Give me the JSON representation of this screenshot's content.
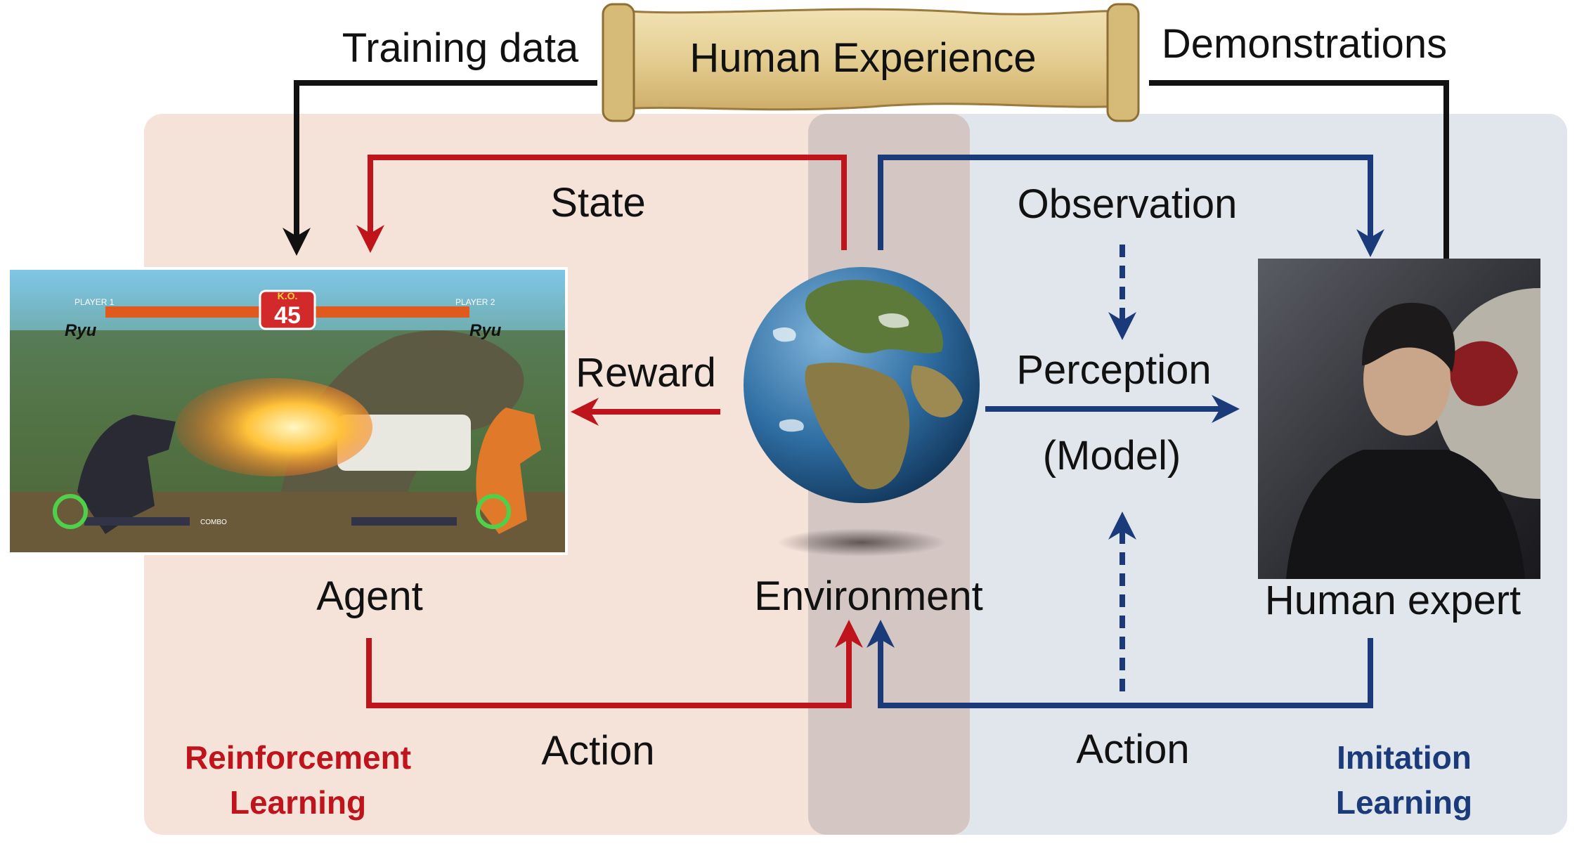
{
  "scroll": {
    "title": "Human Experience"
  },
  "edges": {
    "training_data": "Training data",
    "demonstrations": "Demonstrations",
    "state": "State",
    "observation": "Observation",
    "reward": "Reward",
    "perception": "Perception",
    "model": "(Model)",
    "action_left": "Action",
    "action_right": "Action"
  },
  "nodes": {
    "agent": "Agent",
    "environment": "Environment",
    "human_expert": "Human expert"
  },
  "game_hud": {
    "timer_label": "K.O.",
    "timer": "45",
    "player1_tag": "PLAYER 1",
    "player2_tag": "PLAYER 2",
    "player1_name": "Ryu",
    "player2_name": "Ryu",
    "combo_label": "COMBO"
  },
  "regions": {
    "rl_line1": "Reinforcement",
    "rl_line2": "Learning",
    "il_line1": "Imitation",
    "il_line2": "Learning"
  },
  "colors": {
    "rl_region": "#f5e3da",
    "il_region": "#e1e6ed",
    "overlap": "#d3c6c3",
    "red_arrow": "#c0141c",
    "blue_arrow": "#1b3a7a",
    "black_arrow": "#111111",
    "scroll": "#e8d49c"
  }
}
